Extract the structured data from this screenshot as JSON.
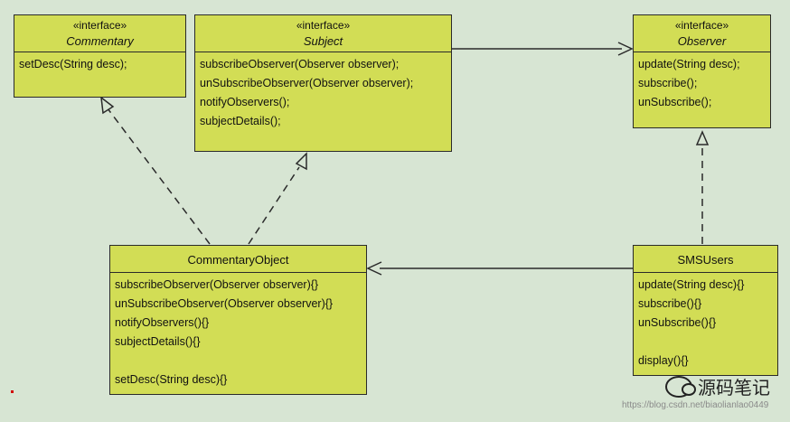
{
  "classes": {
    "commentary": {
      "stereotype": "«interface»",
      "name": "Commentary",
      "ops": [
        "setDesc(String desc);"
      ]
    },
    "subject": {
      "stereotype": "«interface»",
      "name": "Subject",
      "ops": [
        "subscribeObserver(Observer observer);",
        "unSubscribeObserver(Observer observer);",
        "notifyObservers();",
        "subjectDetails();"
      ]
    },
    "observer": {
      "stereotype": "«interface»",
      "name": "Observer",
      "ops": [
        "update(String desc);",
        "subscribe();",
        "unSubscribe();"
      ]
    },
    "commentary_object": {
      "name": "CommentaryObject",
      "ops": [
        "subscribeObserver(Observer observer){}",
        "unSubscribeObserver(Observer observer){}",
        "notifyObservers(){}",
        "subjectDetails(){}",
        "",
        "setDesc(String desc){}"
      ]
    },
    "sms_users": {
      "name": "SMSUsers",
      "ops": [
        "update(String desc){}",
        "subscribe(){}",
        "unSubscribe(){}",
        "",
        "display(){}"
      ]
    }
  },
  "watermark": {
    "text": "源码笔记",
    "url": "https://blog.csdn.net/biaolianlao0449"
  },
  "colors": {
    "background": "#d7e5d3",
    "box_fill": "#d2dd55",
    "line": "#2a2a2a"
  }
}
